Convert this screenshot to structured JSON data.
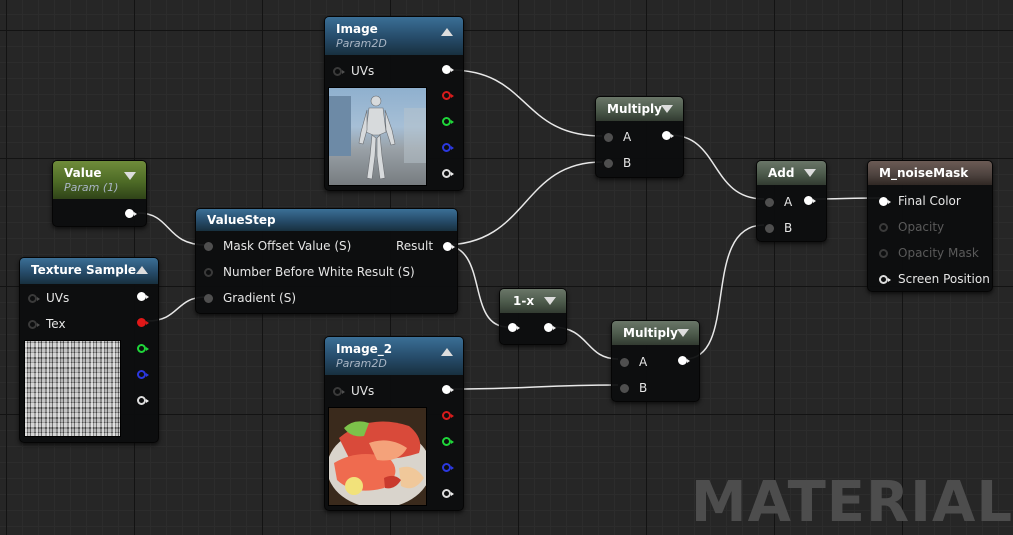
{
  "nodes": {
    "image": {
      "title": "Image",
      "subtitle": "Param2D",
      "uvs": "UVs"
    },
    "value": {
      "title": "Value",
      "subtitle": "Param (1)"
    },
    "texture_sample": {
      "title": "Texture Sample",
      "uvs": "UVs",
      "tex": "Tex"
    },
    "value_step": {
      "title": "ValueStep",
      "in1": "Mask Offset Value (S)",
      "in2": "Number Before White Result (S)",
      "in3": "Gradient (S)",
      "out": "Result"
    },
    "multiply_top": {
      "title": "Multiply",
      "a": "A",
      "b": "B"
    },
    "one_minus_x": {
      "title": "1-x"
    },
    "image_2": {
      "title": "Image_2",
      "subtitle": "Param2D",
      "uvs": "UVs"
    },
    "multiply_bottom": {
      "title": "Multiply",
      "a": "A",
      "b": "B"
    },
    "add": {
      "title": "Add",
      "a": "A",
      "b": "B"
    },
    "material": {
      "title": "M_noiseMask",
      "final_color": "Final Color",
      "opacity": "Opacity",
      "opacity_mask": "Opacity Mask",
      "screen_position": "Screen Position"
    }
  },
  "watermark": "MATERIAL",
  "colors": {
    "background": "#262626",
    "param_header": "#264b69",
    "scalar_header": "#4d6a26",
    "math_header": "#4c5a4b",
    "result_header": "#4f4440"
  }
}
